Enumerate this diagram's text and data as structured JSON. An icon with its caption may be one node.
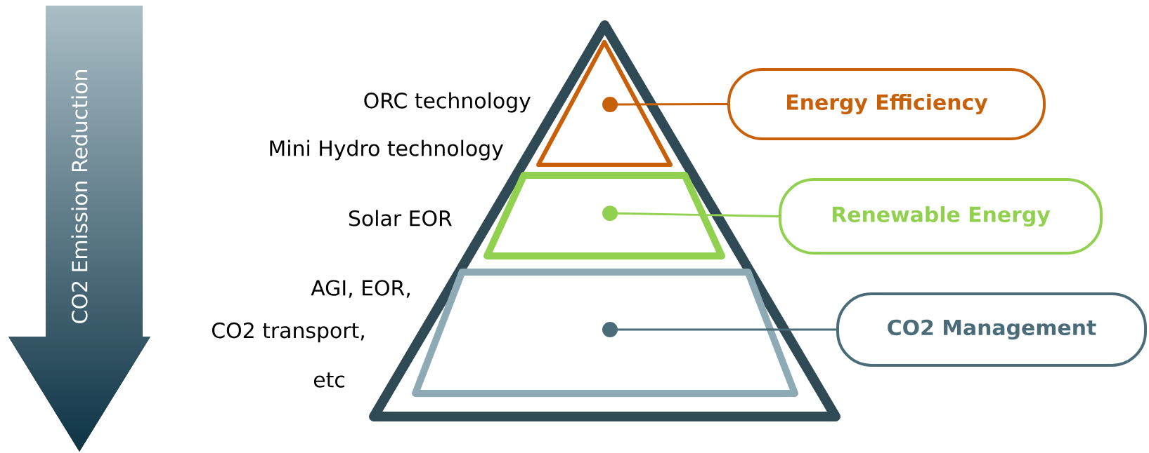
{
  "diagram": {
    "nodes": [
      {
        "text": [
          "CO2 Emission Reduction"
        ]
      },
      {
        "text": [],
        "shape": "triangle"
      },
      {
        "text": [],
        "shape": "triangle",
        "in": 1
      },
      {
        "text": [],
        "shape": "trapezoid",
        "in": 1
      },
      {
        "text": [],
        "shape": "trapezoid",
        "in": 1
      },
      {
        "text": [
          "Energy Efficiency"
        ]
      },
      {
        "text": [
          "Renewable Energy"
        ]
      },
      {
        "text": [
          "CO2 Management"
        ]
      }
    ],
    "edges": [
      {
        "from": 2,
        "to": 5,
        "arrow": "other",
        "color": "#c8600a"
      },
      {
        "from": 3,
        "to": 6,
        "arrow": "other",
        "color": "#92d050"
      },
      {
        "from": 4,
        "to": 7,
        "arrow": "other",
        "color": "#4a6b78"
      }
    ],
    "labels": [
      "ORC technology",
      "Mini Hydro technology",
      "Solar EOR",
      "AGI, EOR,",
      "CO2 transport,",
      "etc"
    ]
  }
}
